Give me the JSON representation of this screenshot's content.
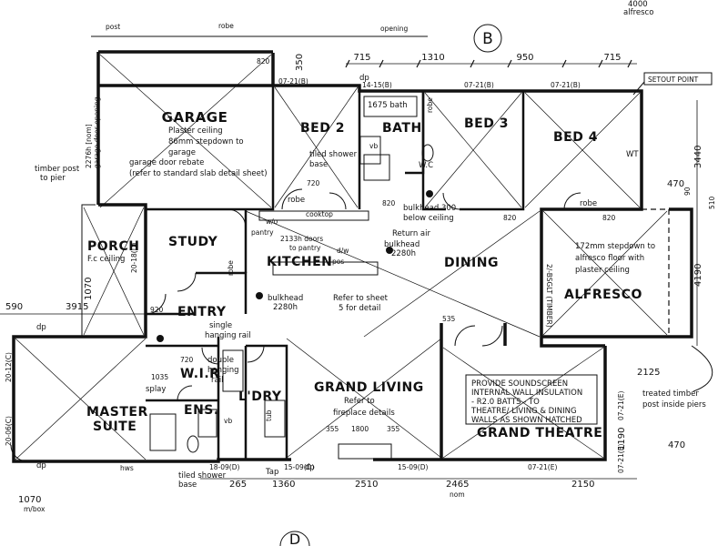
{
  "rooms": {
    "garage": "GARAGE",
    "bed2": "BED 2",
    "bath": "BATH",
    "bed3": "BED 3",
    "bed4": "BED 4",
    "porch": "PORCH",
    "study": "STUDY",
    "kitchen": "KITCHEN",
    "dining": "DINING",
    "alfresco": "ALFRESCO",
    "entry": "ENTRY",
    "wir": "W.I.R",
    "ldry": "L'DRY",
    "master1": "MASTER",
    "master2": "SUITE",
    "ens": "ENS.",
    "living": "GRAND LIVING",
    "theatre": "GRAND THEATRE",
    "wc": "W.C",
    "wt": "WT"
  },
  "notes": {
    "garage1": "Plaster ceiling",
    "garage2": "86mm stepdown to",
    "garage3": "garage",
    "garage4": "garage door rebate",
    "garage5": "(refer to standard slab detail sheet)",
    "tiledShowerBase": "tiled shower",
    "tiledShowerBase2": "base",
    "bulkhead300a": "bulkhead 300",
    "bulkhead300b": "below ceiling",
    "returnAir": "Return air",
    "bulkhead2280a": "bulkhead",
    "bulkhead2280b": "2280h",
    "pantry": "pantry",
    "cooktop": "cooktop",
    "doors1": "2133h doors",
    "doors2": "to pantry",
    "dw": "d/w",
    "pos": "pos",
    "porchCeiling": "F.c ceiling",
    "timberPost1": "timber post",
    "timberPost2": "to pier",
    "alf1": "172mm stepdown to",
    "alf2": "alfresco floor with",
    "alf3": "plaster ceiling",
    "bulkheadEntry1": "bulkhead",
    "bulkheadEntry2": "2280h",
    "refSheet1": "Refer to sheet",
    "refSheet2": "5 for detail",
    "singleRail1": "single",
    "singleRail2": "hanging rail",
    "doubleRail1": "double",
    "doubleRail2": "hanging",
    "doubleRail3": "rail",
    "splay": "splay",
    "fireplace1": "Refer to",
    "fireplace2": "fireplace details",
    "insul1": "PROVIDE SOUNDSCREEN",
    "insul2": "INTERNAL WALL INSULATION",
    "insul3": "- R2.0 BATTS - TO",
    "insul4": "THEATRE/ LIVING & DINING",
    "insul5": "WALLS AS SHOWN HATCHED",
    "treatedPost1": "treated timber",
    "treatedPost2": "post inside piers",
    "tiledShowerEns1": "tiled shower",
    "tiledShowerEns2": "base",
    "tap": "Tap",
    "setout": "SETOUT POINT",
    "garageDoorOpening1": "2276h [nom]",
    "garageDoorOpening2": "garage door opening",
    "robe": "robe",
    "bath675": "1675 bath",
    "vb": "vb",
    "wm": "w/o",
    "dp": "dp",
    "alfTimber": "2/-BSGLT (TIMBER)",
    "hws": "hws",
    "tub": "tub",
    "mbox": "m/box"
  },
  "dims": {
    "d715a": "715",
    "d1310": "1310",
    "d950": "950",
    "d715b": "715",
    "d350": "350",
    "d3440": "3440",
    "d470a": "470",
    "d90": "90",
    "d510": "510",
    "d4190": "4190",
    "d590": "590",
    "d3915": "3915",
    "d1070a": "1070",
    "d535": "535",
    "d1035": "1035",
    "d720a": "720",
    "d720b": "720",
    "d820": "820",
    "d1800": "1800",
    "d355a": "355",
    "d355b": "355",
    "d265": "265",
    "d1360": "1360",
    "d2510": "2510",
    "d2465": "2465",
    "d2150": "2150",
    "d2125": "2125",
    "d470b": "470",
    "d1190": "1190",
    "d1070b": "1070",
    "d4000": "4000",
    "nom": "nom",
    "alfrescoTop": "alfresco",
    "post": "post",
    "robeTop": "robe",
    "opening": "opening",
    "win0721a": "07-21(B)",
    "win1415": "14-15(B)",
    "win0721b": "07-21(B)",
    "win2018": "20-18(D)",
    "win2012": "20-12(C)",
    "win2006": "20-06(C)",
    "win1809": "18-09(D)",
    "win1509a": "15-09(D)",
    "win1509b": "15-09(D)",
    "win0721c": "07-21(E)",
    "win0721d": "07-21(E)",
    "win0721e": "07-21(E)",
    "win0721f": "07-21(B)"
  },
  "markers": {
    "b": "B",
    "d": "D"
  }
}
